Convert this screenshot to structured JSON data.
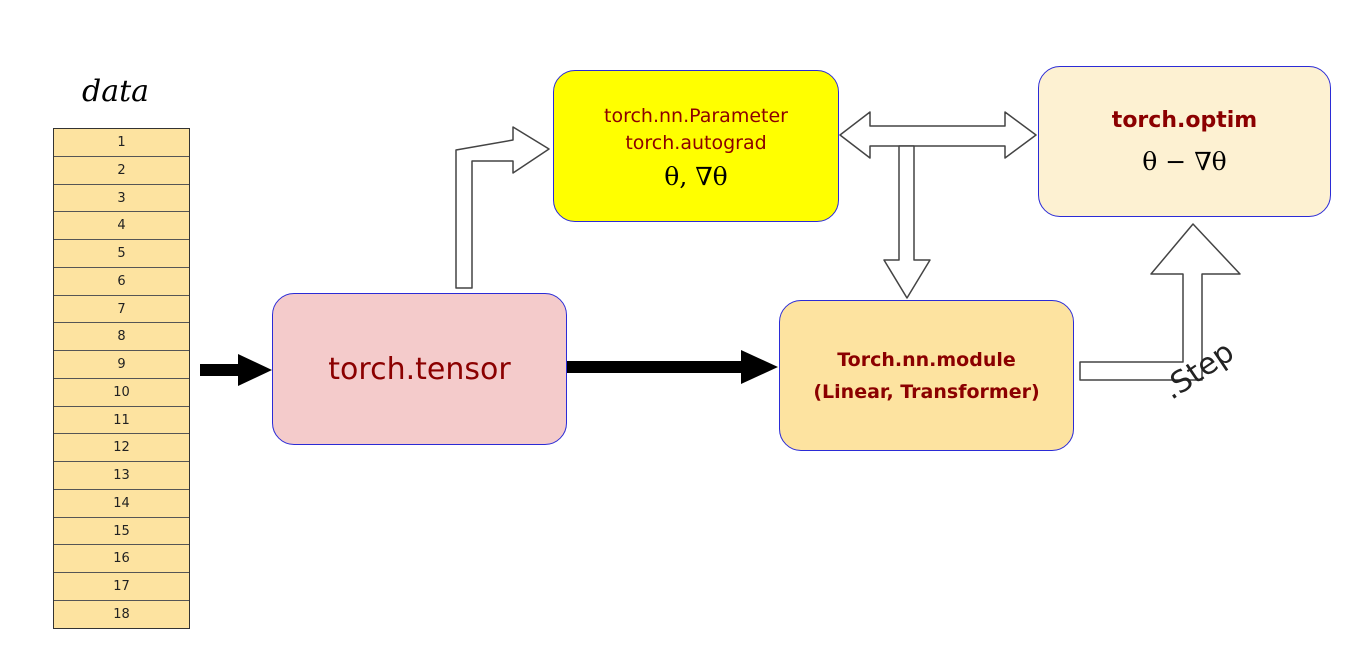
{
  "data_panel": {
    "title": "data",
    "rows": [
      "1",
      "2",
      "3",
      "4",
      "5",
      "6",
      "7",
      "8",
      "9",
      "10",
      "11",
      "12",
      "13",
      "14",
      "15",
      "16",
      "17",
      "18"
    ]
  },
  "nodes": {
    "tensor": {
      "label": "torch.tensor"
    },
    "parameter": {
      "line1": "torch.nn.Parameter",
      "line2": "torch.autograd",
      "math": "θ, ∇θ"
    },
    "module": {
      "line1": "Torch.nn.module",
      "line2": "(Linear, Transformer)"
    },
    "optim": {
      "label": "torch.optim",
      "math": "θ − ∇θ"
    }
  },
  "edges": {
    "step_label": ".Step"
  },
  "colors": {
    "text_dark_red": "#8b0000",
    "border_blue": "#2b2bd6",
    "tensor_fill": "#f4cbcb",
    "parameter_fill": "#ffff00",
    "module_fill": "#fde3a0",
    "optim_fill": "#fdf1d2",
    "table_fill": "#fde3a0"
  }
}
